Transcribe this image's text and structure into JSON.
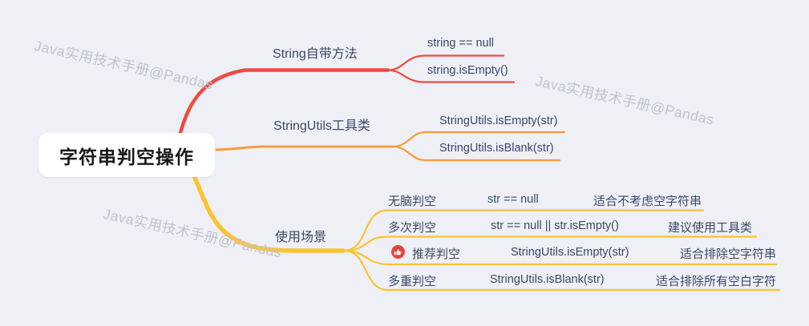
{
  "watermark": {
    "text": "Java实用技术手册@Pandas",
    "color": "#c2c4cd"
  },
  "root": {
    "label": "字符串判空操作"
  },
  "branches": [
    {
      "label": "String自带方法",
      "color": "#ee4a40",
      "children": [
        {
          "label": "string == null"
        },
        {
          "label": "string.isEmpty()"
        }
      ]
    },
    {
      "label": "StringUtils工具类",
      "color": "#f89b3d",
      "children": [
        {
          "label": "StringUtils.isEmpty(str)"
        },
        {
          "label": "StringUtils.isBlank(str)"
        }
      ]
    },
    {
      "label": "使用场景",
      "color": "#fbc331",
      "rows": [
        {
          "label": "无脑判空",
          "code": "str == null",
          "note": "适合不考虑空字符串"
        },
        {
          "label": "多次判空",
          "code": "str == null || str.isEmpty()",
          "note": "建议使用工具类"
        },
        {
          "label": "推荐判空",
          "icon": "thumbs-up-badge",
          "icon_color": "#e5443c",
          "code": "StringUtils.isEmpty(str)",
          "note": "适合排除空字符串"
        },
        {
          "label": "多重判空",
          "code": "StringUtils.isBlank(str)",
          "note": "适合排除所有空白字符"
        }
      ]
    }
  ]
}
